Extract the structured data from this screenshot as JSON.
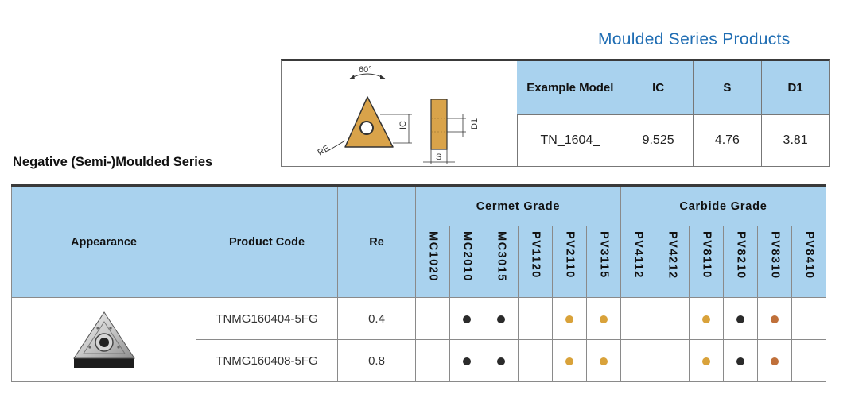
{
  "title": "Moulded Series Products",
  "subtitle": "Negative (Semi-)Moulded Series",
  "colors": {
    "title_blue": "#1f6db3",
    "header_blue": "#a9d2ee",
    "insert_gold": "#d9a34a",
    "dot_black": "#2b2b2b",
    "dot_gold": "#d9a23a",
    "dot_brown": "#c0703a"
  },
  "example": {
    "drawing_labels": {
      "angle": "60°",
      "radius": "RE",
      "ic": "IC",
      "d1": "D1",
      "s": "S"
    },
    "headers": [
      "Example Model",
      "IC",
      "S",
      "D1"
    ],
    "values": [
      "TN_1604_",
      "9.525",
      "4.76",
      "3.81"
    ]
  },
  "table": {
    "headers": {
      "appearance": "Appearance",
      "product_code": "Product Code",
      "re": "Re"
    },
    "groups": [
      {
        "label": "Cermet Grade",
        "grades": [
          "MC1020",
          "MC2010",
          "MC3015",
          "PV1120",
          "PV2110",
          "PV3115"
        ]
      },
      {
        "label": "Carbide Grade",
        "grades": [
          "PV4112",
          "PV4212",
          "PV8110",
          "PV8210",
          "PV8310",
          "PV8410"
        ]
      }
    ],
    "rows": [
      {
        "code": "TNMG160404-5FG",
        "re": "0.4",
        "marks": [
          "",
          "black",
          "black",
          "",
          "gold",
          "gold",
          "",
          "",
          "gold",
          "black",
          "brown",
          ""
        ]
      },
      {
        "code": "TNMG160408-5FG",
        "re": "0.8",
        "marks": [
          "",
          "black",
          "black",
          "",
          "gold",
          "gold",
          "",
          "",
          "gold",
          "black",
          "brown",
          ""
        ]
      }
    ]
  }
}
